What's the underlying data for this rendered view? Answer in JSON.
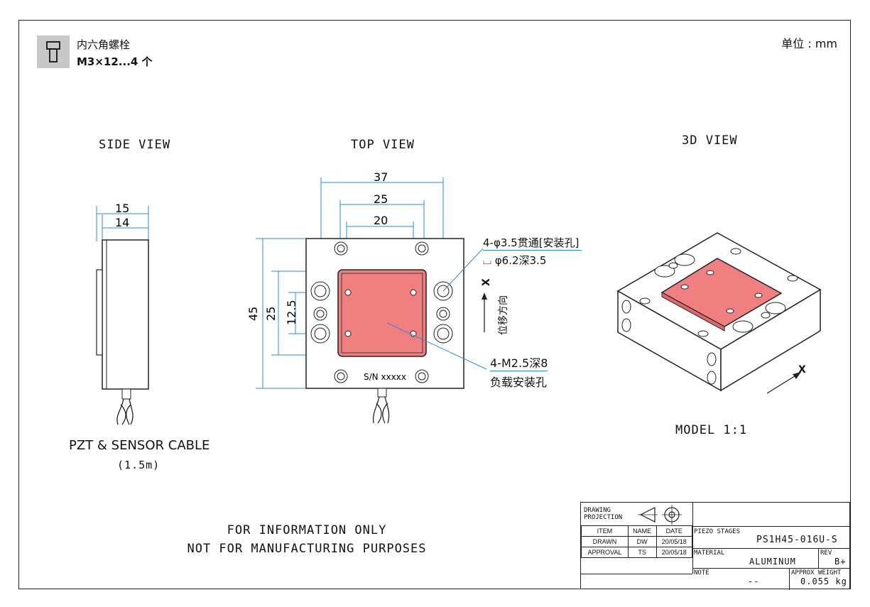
{
  "screw": {
    "line1": "内六角螺栓",
    "line2": "M3×12...4 个"
  },
  "unit_label": "单位 : mm",
  "views": {
    "side": "SIDE VIEW",
    "top": "TOP VIEW",
    "three_d": "3D VIEW"
  },
  "side_dims": {
    "d15": "15",
    "d14": "14"
  },
  "top_dims": {
    "d37": "37",
    "d25w": "25",
    "d20": "20",
    "d45": "45",
    "d25h": "25",
    "d12_5": "12.5"
  },
  "serial": "S/N xxxxx",
  "callout_holes_1": "4-φ3.5贯通[安装孔]",
  "callout_holes_2": "⌴ φ6.2深3.5",
  "callout_thread_1": "4-M2.5深8",
  "callout_thread_2": "负载安装孔",
  "axis_x": "X",
  "axis_dir": "位移方向",
  "cable_label": "PZT & SENSOR CABLE",
  "cable_len": "(1.5m)",
  "model_label": "MODEL 1:1",
  "notice_1": "FOR INFORMATION ONLY",
  "notice_2": "NOT FOR MANUFACTURING PURPOSES",
  "title_block": {
    "drawing_projection": "DRAWING PROJECTION",
    "item": "ITEM",
    "name": "NAME",
    "date": "DATE",
    "drawn": "DRAWN",
    "drawn_name": "DW",
    "drawn_date": "20/05/18",
    "approval": "APPROVAL",
    "approval_name": "TS",
    "approval_date": "20/05/18",
    "piezo_label": "PIEZO STAGES",
    "part_no": "PS1H45-016U-S",
    "material_label": "MATERIAL",
    "material": "ALUMINUM",
    "rev_label": "REV",
    "rev": "B+",
    "note_label": "NOTE",
    "note": "--",
    "weight_label": "APPROX WEIGHT",
    "weight": "0.055 kg"
  },
  "colors": {
    "stage_pink": "#f08080",
    "line": "#222222",
    "dim_blue": "#2a8bd8"
  }
}
